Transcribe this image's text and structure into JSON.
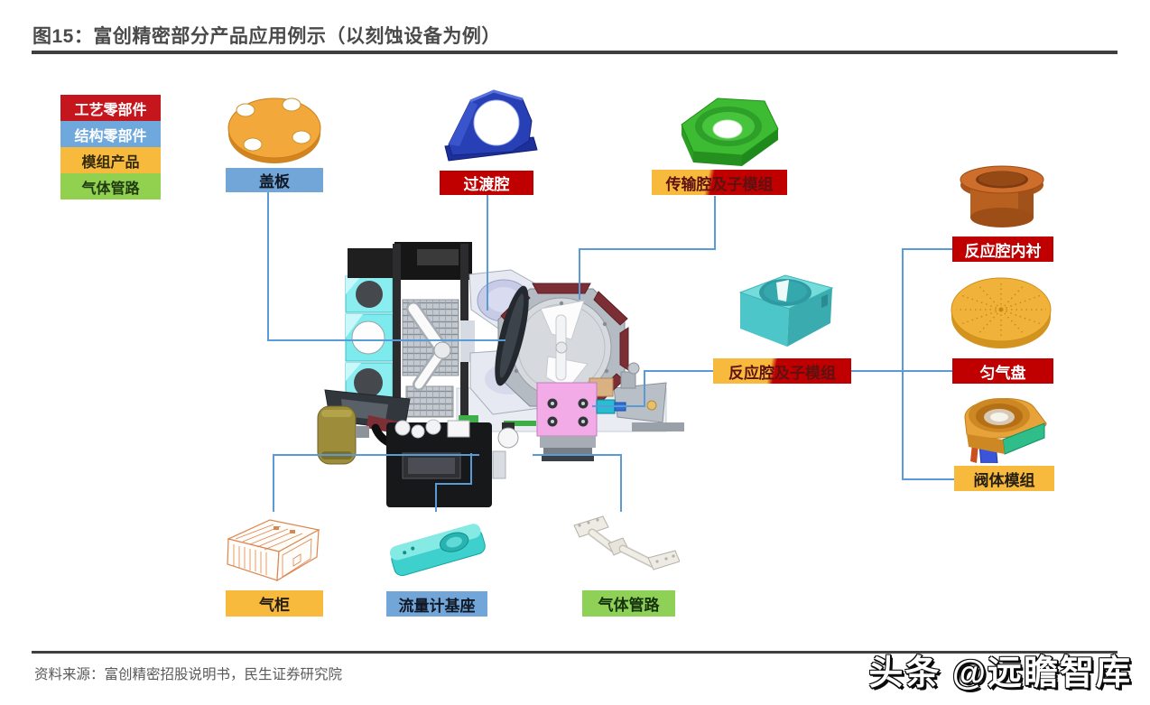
{
  "figure": {
    "title": "图15：富创精密部分产品应用例示（以刻蚀设备为例）",
    "source": "资料来源：富创精密招股说明书，民生证券研究院",
    "watermark": "头条 @远瞻智库"
  },
  "colors": {
    "process_parts": "#c5161d",
    "structural_parts": "#6fa8dc",
    "module_products": "#f8ba3c",
    "gas_lines": "#92d050",
    "connector_line": "#5b9bd5"
  },
  "legend": {
    "items": [
      {
        "label": "工艺零部件",
        "color": "#c5161d"
      },
      {
        "label": "结构零部件",
        "color": "#6fa8dc"
      },
      {
        "label": "模组产品",
        "color": "#f8ba3c"
      },
      {
        "label": "气体管路",
        "color": "#92d050"
      }
    ]
  },
  "labels": {
    "gaiban": {
      "text": "盖板",
      "category": "结构零部件"
    },
    "guoduqiang": {
      "text": "过渡腔",
      "category": "工艺零部件"
    },
    "chuanshu": {
      "text": "传输腔及子模组",
      "category": "模组产品/工艺零部件"
    },
    "neichen": {
      "text": "反应腔内衬",
      "category": "工艺零部件"
    },
    "yunqipan": {
      "text": "匀气盘",
      "category": "工艺零部件"
    },
    "fati": {
      "text": "阀体模组",
      "category": "模组产品"
    },
    "fanyingqiang": {
      "text": "反应腔及子模组",
      "category": "模组产品/工艺零部件"
    },
    "qigui": {
      "text": "气柜",
      "category": "模组产品"
    },
    "liuliangji": {
      "text": "流量计基座",
      "category": "结构零部件"
    },
    "qitiguanlu": {
      "text": "气体管路",
      "category": "气体管路"
    }
  }
}
